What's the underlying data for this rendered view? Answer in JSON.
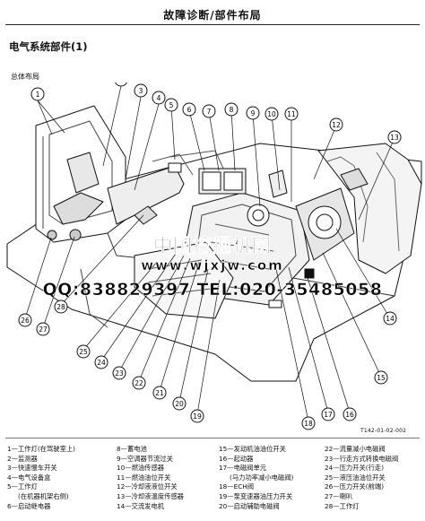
{
  "header": {
    "title": "故障诊断/部件布局"
  },
  "section_title": "电气系统部件(1)",
  "subhead": "总体布局",
  "figure_code": "T142-01-02-002",
  "watermark": {
    "site_cn": "中国挖掘机网",
    "url": "www.wjxjw.com",
    "contact": "QQ:838829397 TEL:020-35485058"
  },
  "callouts": [
    "1",
    "2",
    "3",
    "4",
    "5",
    "6",
    "7",
    "8",
    "9",
    "10",
    "11",
    "12",
    "13",
    "14",
    "15",
    "16",
    "17",
    "18",
    "19",
    "20",
    "21",
    "22",
    "23",
    "24",
    "25",
    "26",
    "27",
    "28"
  ],
  "legend": {
    "col1": [
      "1—工作灯(在驾驶室上)",
      "2—监测器",
      "3—快速慢车开关",
      "4—电气设备盒",
      "5—工作灯",
      "(在机器机架右侧)",
      "6—启动继电器"
    ],
    "col2": [
      "8—蓄电池",
      "9—空调器节流过关",
      "10—燃油传感器",
      "11—燃油油位开关",
      "12—冷却液液位开关",
      "13—冷却液温度传感器",
      "14—交流发电机"
    ],
    "col3": [
      "15—发动机油油位开关",
      "16—起动器",
      "17—电磁阀单元",
      "(马力功率减小电磁阀)",
      "18—ECH阀",
      "19—泵变速器油压力开关",
      "20—启动辅助电磁阀"
    ],
    "col4": [
      "22—流量减小电磁阀",
      "23—行走方式转换电磁阀",
      "24—压力开关(行走)",
      "25—液压油油位开关",
      "26—压力开关(前端)",
      "27—喇叭",
      "28—工作灯"
    ]
  }
}
